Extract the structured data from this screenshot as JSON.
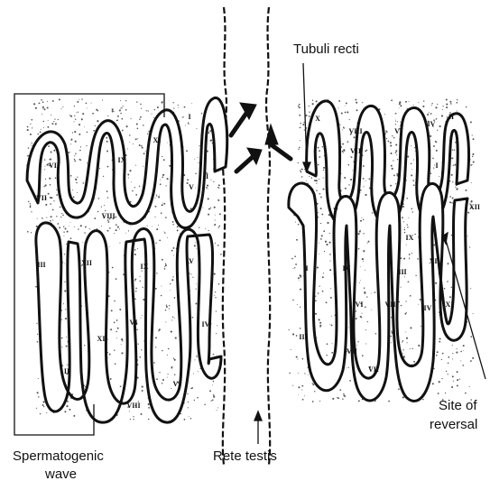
{
  "labels": {
    "tubuli_recti": "Tubuli recti",
    "site_of_reversal_line1": "Site of",
    "site_of_reversal_line2": "reversal",
    "spermatogenic_wave_line1": "Spermatogenic",
    "spermatogenic_wave_line2": "wave",
    "rete_testis": "Rete testis"
  },
  "stage_numerals": {
    "left_top": [
      "VII",
      "IX",
      "XI",
      "I",
      "V",
      "VII",
      "VIII",
      "II"
    ],
    "left_bottom": [
      "III",
      "XII",
      "IX",
      "V",
      "IV",
      "VI",
      "XI",
      "VI",
      "II",
      "I",
      "VIII"
    ],
    "right_top": [
      "X",
      "VIII",
      "VII",
      "V",
      "IV",
      "II",
      "I"
    ],
    "right_bottom": [
      "V",
      "IX",
      "IV",
      "III",
      "VI",
      "VII",
      "VIII",
      "IV",
      "XI",
      "XII",
      "I",
      "XI",
      "III",
      "VII"
    ]
  },
  "colors": {
    "ink": "#111111",
    "stipple": "#555555",
    "tubule_fill": "#ffffff"
  }
}
